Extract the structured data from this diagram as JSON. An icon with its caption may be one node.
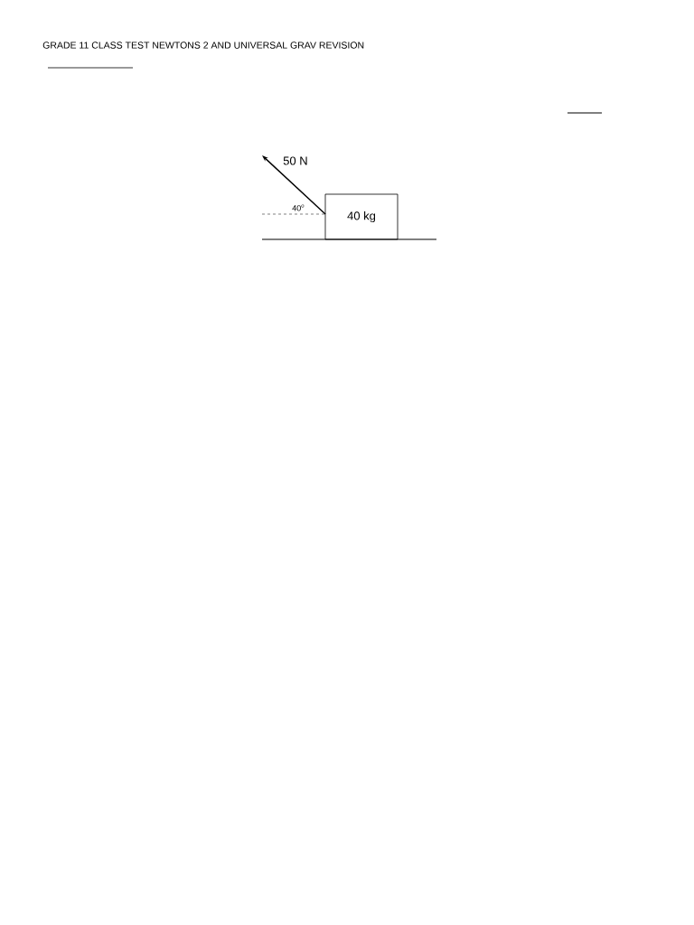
{
  "diagram": {
    "title": "GRADE 11 CLASS TEST NEWTONS 2 AND UNIVERSAL GRAV REVISION",
    "nodes": [
      {
        "text": [
          "40 kg"
        ]
      }
    ],
    "labels": [
      "50 N",
      "40$^{o}$"
    ]
  }
}
